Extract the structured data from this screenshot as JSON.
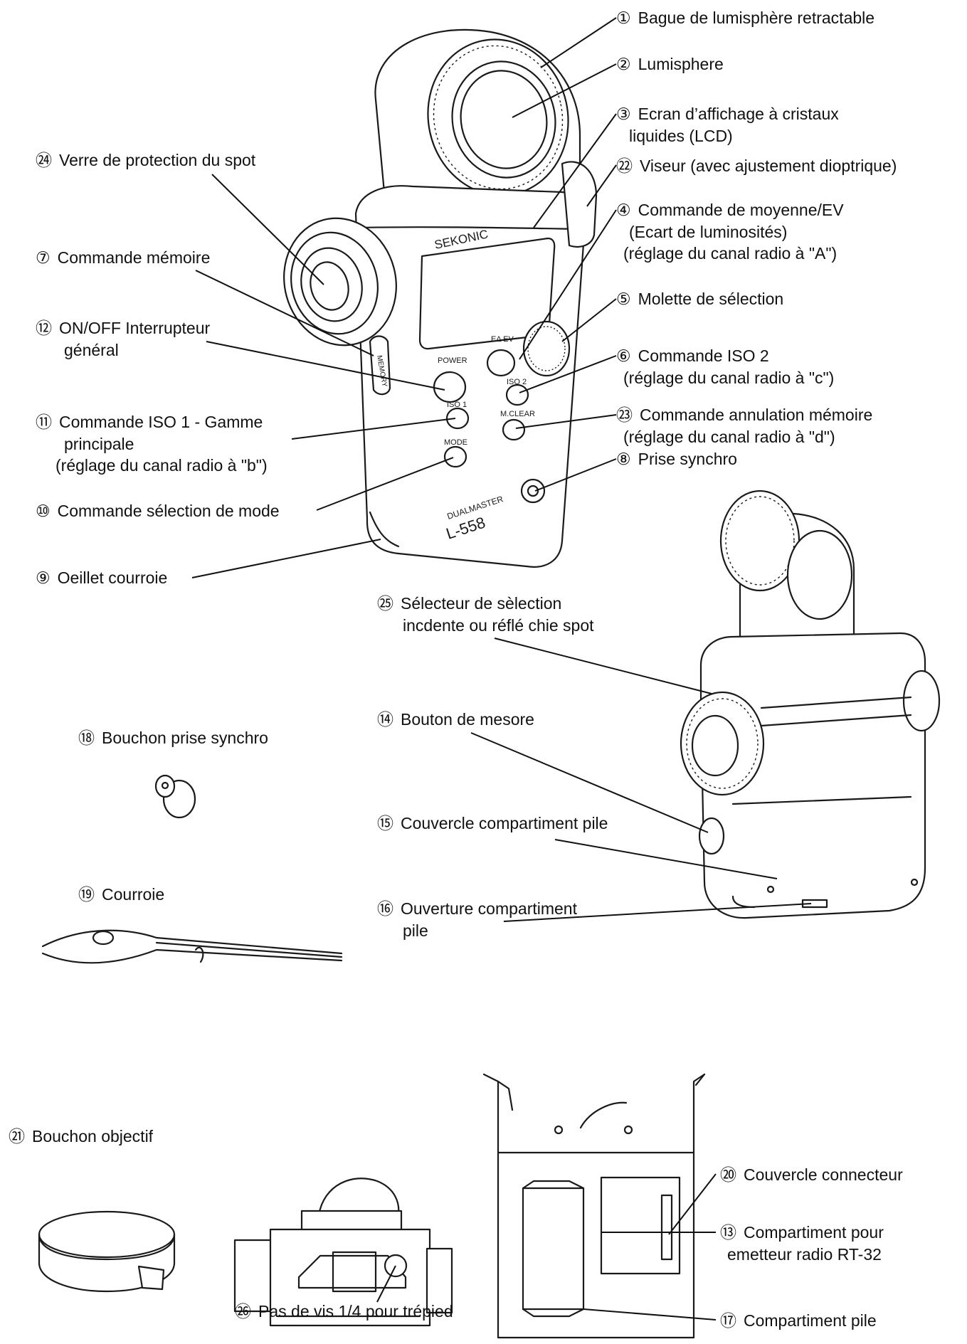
{
  "device": {
    "brand": "SEKONIC",
    "model_line": "DUALMASTER",
    "model": "L-558",
    "buttons": {
      "power": "POWER",
      "ev": "EΔ EV",
      "iso1": "ISO 1",
      "iso2": "ISO 2",
      "mode": "MODE",
      "mclear": "M.CLEAR",
      "memory": "MEMORY"
    }
  },
  "labels": [
    {
      "id": "1",
      "num": "①",
      "lines": [
        "Bague de lumisphère retractable"
      ]
    },
    {
      "id": "2",
      "num": "②",
      "lines": [
        "Lumisphere"
      ]
    },
    {
      "id": "3",
      "num": "③",
      "lines": [
        "Ecran d’affichage à cristaux",
        "liquides (LCD)"
      ]
    },
    {
      "id": "22",
      "num": "㉒",
      "lines": [
        "Viseur (avec ajustement dioptrique)"
      ]
    },
    {
      "id": "4",
      "num": "④",
      "lines": [
        "Commande de moyenne/EV",
        "(Ecart de luminosités)",
        "(réglage du canal radio à \"A\")"
      ]
    },
    {
      "id": "5",
      "num": "⑤",
      "lines": [
        "Molette de sélection"
      ]
    },
    {
      "id": "6",
      "num": "⑥",
      "lines": [
        "Commande ISO 2",
        "(réglage du canal radio à \"c\")"
      ]
    },
    {
      "id": "23",
      "num": "㉓",
      "lines": [
        "Commande annulation mémoire",
        "(réglage du canal radio à \"d\")"
      ]
    },
    {
      "id": "8",
      "num": "⑧",
      "lines": [
        "Prise synchro"
      ]
    },
    {
      "id": "24",
      "num": "㉔",
      "lines": [
        "Verre de protection du spot"
      ]
    },
    {
      "id": "7",
      "num": "⑦",
      "lines": [
        "Commande mémoire"
      ]
    },
    {
      "id": "12",
      "num": "⑫",
      "lines": [
        "ON/OFF Interrupteur",
        "général"
      ]
    },
    {
      "id": "11",
      "num": "⑪",
      "lines": [
        "Commande ISO 1 - Gamme",
        "principale",
        "(réglage du canal radio à \"b\")"
      ]
    },
    {
      "id": "10",
      "num": "⑩",
      "lines": [
        "Commande sélection de mode"
      ]
    },
    {
      "id": "9",
      "num": "⑨",
      "lines": [
        "Oeillet courroie"
      ]
    },
    {
      "id": "25",
      "num": "㉕",
      "lines": [
        "Sélecteur de sèlection",
        "incdente ou réflé chie spot"
      ]
    },
    {
      "id": "14",
      "num": "⑭",
      "lines": [
        "Bouton de mesore"
      ]
    },
    {
      "id": "18",
      "num": "⑱",
      "lines": [
        "Bouchon prise synchro"
      ]
    },
    {
      "id": "15",
      "num": "⑮",
      "lines": [
        "Couvercle compartiment pile"
      ]
    },
    {
      "id": "19",
      "num": "⑲",
      "lines": [
        "Courroie"
      ]
    },
    {
      "id": "16",
      "num": "⑯",
      "lines": [
        "Ouverture compartiment",
        "pile"
      ]
    },
    {
      "id": "21",
      "num": "㉑",
      "lines": [
        "Bouchon objectif"
      ]
    },
    {
      "id": "26",
      "num": "㉖",
      "lines": [
        "Pas de vis 1/4 pour trépied"
      ]
    },
    {
      "id": "20",
      "num": "⑳",
      "lines": [
        "Couvercle connecteur"
      ]
    },
    {
      "id": "13",
      "num": "⑬",
      "lines": [
        "Compartiment pour",
        "emetteur radio RT-32"
      ]
    },
    {
      "id": "17",
      "num": "⑰",
      "lines": [
        "Compartiment pile"
      ]
    }
  ]
}
